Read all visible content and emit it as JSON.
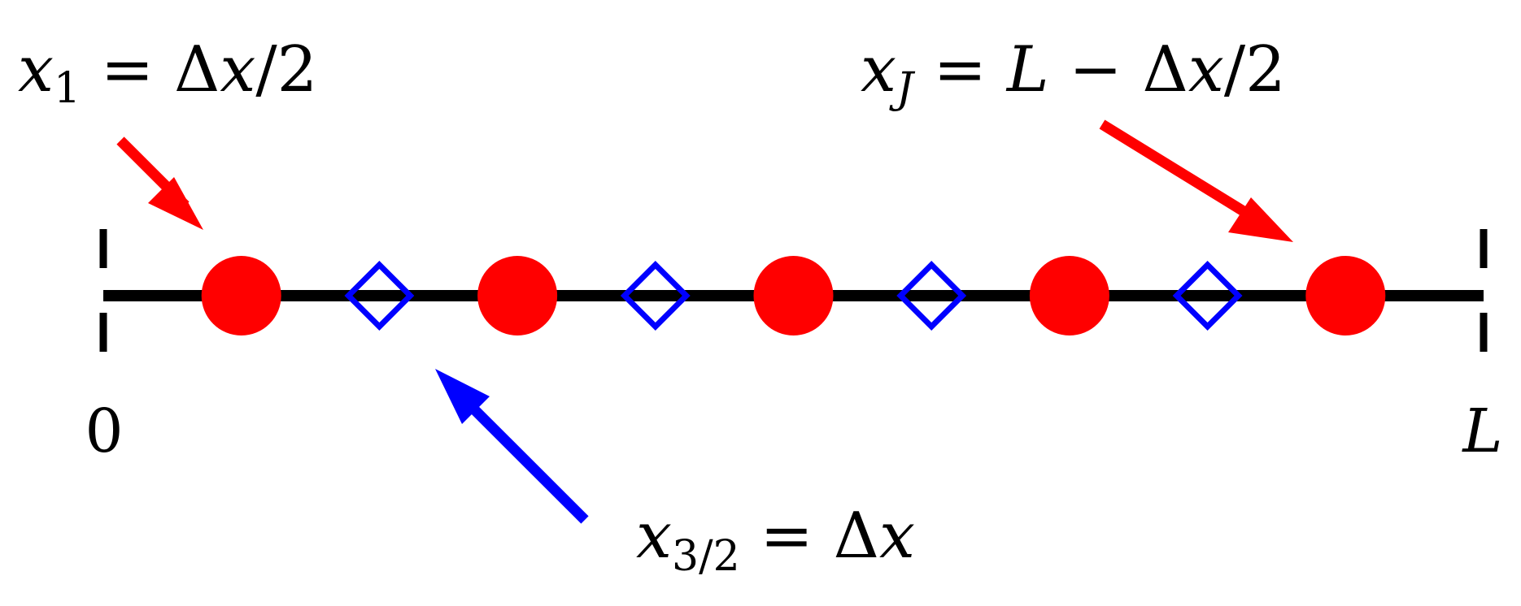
{
  "labels": {
    "origin": "0",
    "end": "L",
    "first_cell": {
      "var": "x",
      "sub": "1",
      "rhs": " = Δ",
      "rhs_var": "x",
      "tail": "/2"
    },
    "last_cell": {
      "var": "x",
      "sub": "J",
      "rhs": " = ",
      "rhs_var1": "L",
      "mid": " − Δ",
      "rhs_var2": "x",
      "tail": "/2"
    },
    "first_face": {
      "var": "x",
      "sub": "3/2",
      "rhs": " = Δ",
      "rhs_var": "x"
    }
  },
  "grid": {
    "cell_centers": 5,
    "faces": 4
  },
  "colors": {
    "line": "#000000",
    "cell_center": "#ff0000",
    "face": "#0000ff",
    "arrow_red": "#ff0000",
    "arrow_blue": "#0000ff"
  },
  "icons": {
    "cell_center_marker": "filled-circle",
    "face_marker": "open-diamond",
    "pointer": "arrow"
  }
}
